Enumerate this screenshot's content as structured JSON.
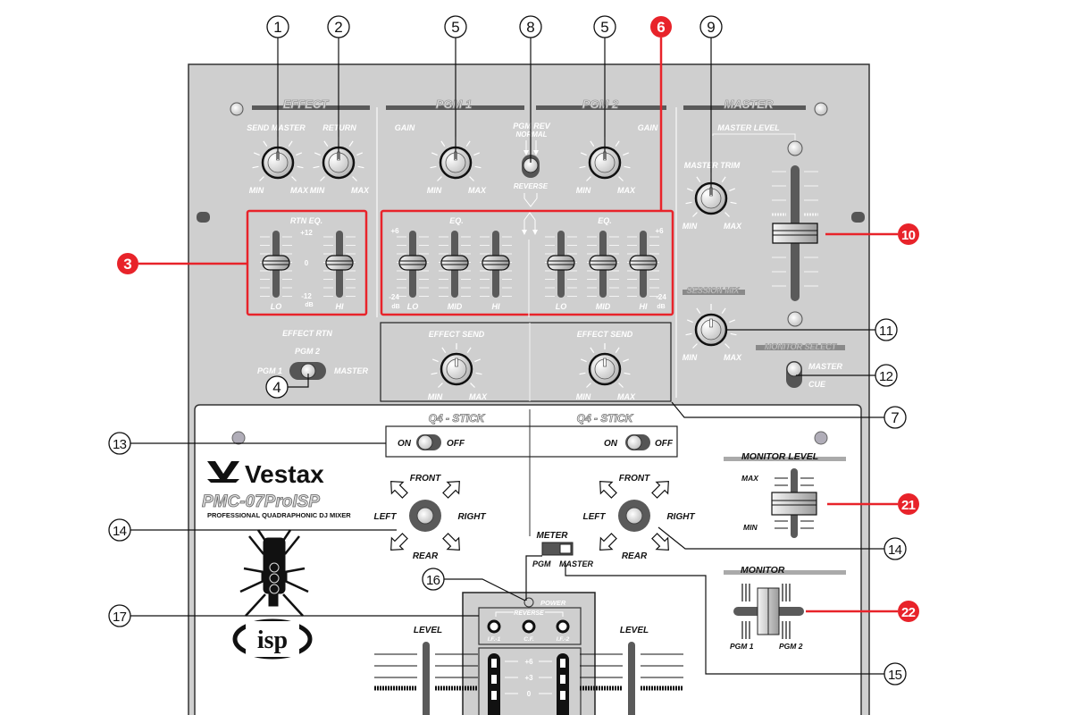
{
  "title": "Vestax PMC-07ProISP control panel diagram",
  "brand": {
    "logo": "Vestax",
    "model": "PMC-07ProISP",
    "tagline": "PROFESSIONAL QUADRAPHONIC DJ MIXER",
    "isp_logo": "isp"
  },
  "colors": {
    "panel": "#cfcfcf",
    "lower_panel": "#ffffff",
    "highlight": "#e8232a",
    "knob": "#e6e6e6",
    "slot": "#5a5a5a"
  },
  "sections": {
    "effect": "EFFECT",
    "pgm1": "PGM 1",
    "pgm2": "PGM 2",
    "master": "MASTER"
  },
  "labels": {
    "send_master": "SEND MASTER",
    "return": "RETURN",
    "gain": "GAIN",
    "min": "MIN",
    "max": "MAX",
    "pgm_rev": "PGM REV",
    "normal": "NORMAL",
    "reverse": "REVERSE",
    "master_level": "MASTER LEVEL",
    "master_trim": "MASTER TRIM",
    "rtn_eq": "RTN EQ.",
    "rtn_plus": "+12",
    "rtn_zero": "0",
    "rtn_minus": "-12",
    "db": "dB",
    "lo": "LO",
    "mid": "MID",
    "hi": "HI",
    "eq": "EQ.",
    "eq_plus": "+6",
    "eq_minus": "-24",
    "effect_rtn": "EFFECT RTN",
    "pgm1": "PGM 1",
    "pgm2": "PGM 2",
    "master": "MASTER",
    "effect_send": "EFFECT SEND",
    "session_mix": "SESSION MIX",
    "monitor_select": "MONITOR SELECT",
    "cue": "CUE",
    "q4_stick": "Q4 - STICK",
    "on": "ON",
    "off": "OFF",
    "front": "FRONT",
    "rear": "REAR",
    "left": "LEFT",
    "right": "RIGHT",
    "meter": "METER",
    "pgm": "PGM",
    "monitor_level": "MONITOR LEVEL",
    "monitor": "MONITOR",
    "power": "POWER",
    "reverse_group": "REVERSE",
    "if1": "I.F.-1",
    "cf": "C.F.",
    "if2": "I.F.-2",
    "level": "LEVEL",
    "meter_p6": "+6",
    "meter_p3": "+3",
    "meter_0": "0"
  },
  "callouts": [
    {
      "id": "c1",
      "num": "1",
      "highlight": false
    },
    {
      "id": "c2",
      "num": "2",
      "highlight": false
    },
    {
      "id": "c5a",
      "num": "5",
      "highlight": false
    },
    {
      "id": "c8",
      "num": "8",
      "highlight": false
    },
    {
      "id": "c5b",
      "num": "5",
      "highlight": false
    },
    {
      "id": "c6",
      "num": "6",
      "highlight": true
    },
    {
      "id": "c9",
      "num": "9",
      "highlight": false
    },
    {
      "id": "c3",
      "num": "3",
      "highlight": true
    },
    {
      "id": "c10",
      "num": "10",
      "highlight": true
    },
    {
      "id": "c11",
      "num": "11",
      "highlight": false
    },
    {
      "id": "c4",
      "num": "4",
      "highlight": false
    },
    {
      "id": "c12",
      "num": "12",
      "highlight": false
    },
    {
      "id": "c7",
      "num": "7",
      "highlight": false
    },
    {
      "id": "c13",
      "num": "13",
      "highlight": false
    },
    {
      "id": "c21",
      "num": "21",
      "highlight": true
    },
    {
      "id": "c14a",
      "num": "14",
      "highlight": false
    },
    {
      "id": "c14b",
      "num": "14",
      "highlight": false
    },
    {
      "id": "c16",
      "num": "16",
      "highlight": false
    },
    {
      "id": "c17",
      "num": "17",
      "highlight": false
    },
    {
      "id": "c22",
      "num": "22",
      "highlight": true
    },
    {
      "id": "c15",
      "num": "15",
      "highlight": false
    }
  ]
}
